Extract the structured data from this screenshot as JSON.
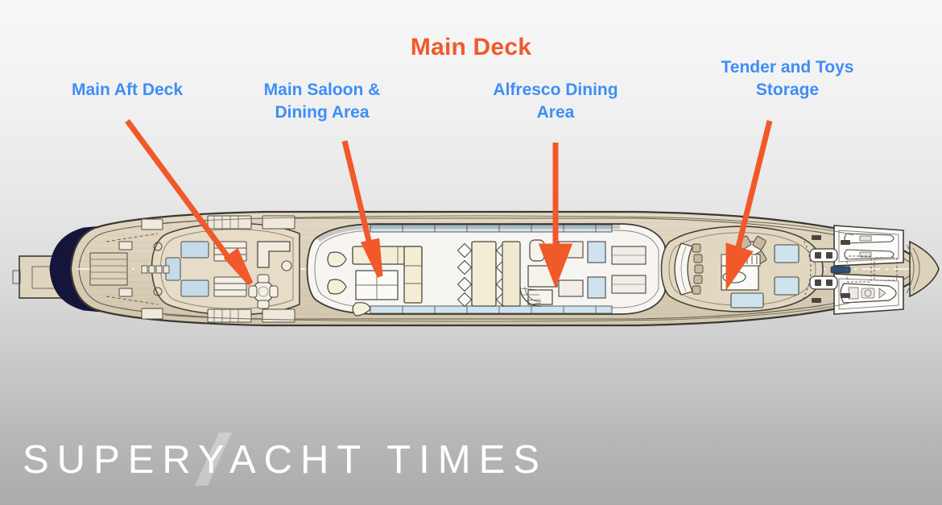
{
  "header": {
    "deck_title": "Main Deck",
    "title_color": "#f1592a"
  },
  "callouts": {
    "label_color": "#3d8ef7",
    "items": [
      {
        "id": "main-aft-deck",
        "label": "Main Aft Deck"
      },
      {
        "id": "main-saloon",
        "label": "Main Saloon &\nDining Area"
      },
      {
        "id": "alfresco-dining",
        "label": "Alfresco Dining\nArea"
      },
      {
        "id": "tender-storage",
        "label": "Tender and Toys\nStorage"
      }
    ]
  },
  "diagram": {
    "subject": "superyacht-main-deck-general-arrangement",
    "orientation": "stern-left-bow-right",
    "hull_color": "#d8ccb4",
    "deck_color": "#ded3bd",
    "interior_color": "#f4f4f2",
    "hull_outline_color": "#3a3833",
    "stern_hull_color": "#14143a",
    "accent_blue": "#c3d9e8"
  },
  "watermark": {
    "text": "SUPERYACHT TIMES",
    "color": "#ffffff"
  }
}
